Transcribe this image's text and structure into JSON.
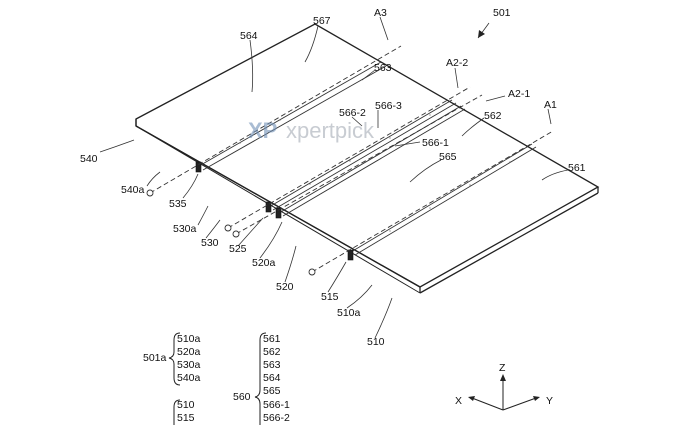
{
  "watermark": {
    "logo": "XP",
    "text": "xpertpick"
  },
  "figure": {
    "number": "501",
    "axes": [
      "A3",
      "A2-2",
      "A2-1",
      "A1"
    ],
    "top_labels": [
      "564",
      "567",
      "563",
      "566-2",
      "566-3",
      "566-1",
      "562",
      "565",
      "561"
    ],
    "side_labels": [
      "540",
      "540a",
      "535",
      "530a",
      "530",
      "525",
      "520a",
      "520",
      "515",
      "510a",
      "510"
    ]
  },
  "legend": {
    "group1": {
      "key": "501a",
      "items": [
        "510a",
        "520a",
        "530a",
        "540a"
      ]
    },
    "group2": {
      "items": [
        "510",
        "515"
      ]
    },
    "group3": {
      "key": "560",
      "items": [
        "561",
        "562",
        "563",
        "564",
        "565",
        "566-1",
        "566-2"
      ]
    }
  },
  "axis_triad": {
    "z": "Z",
    "x": "X",
    "y": "Y"
  }
}
